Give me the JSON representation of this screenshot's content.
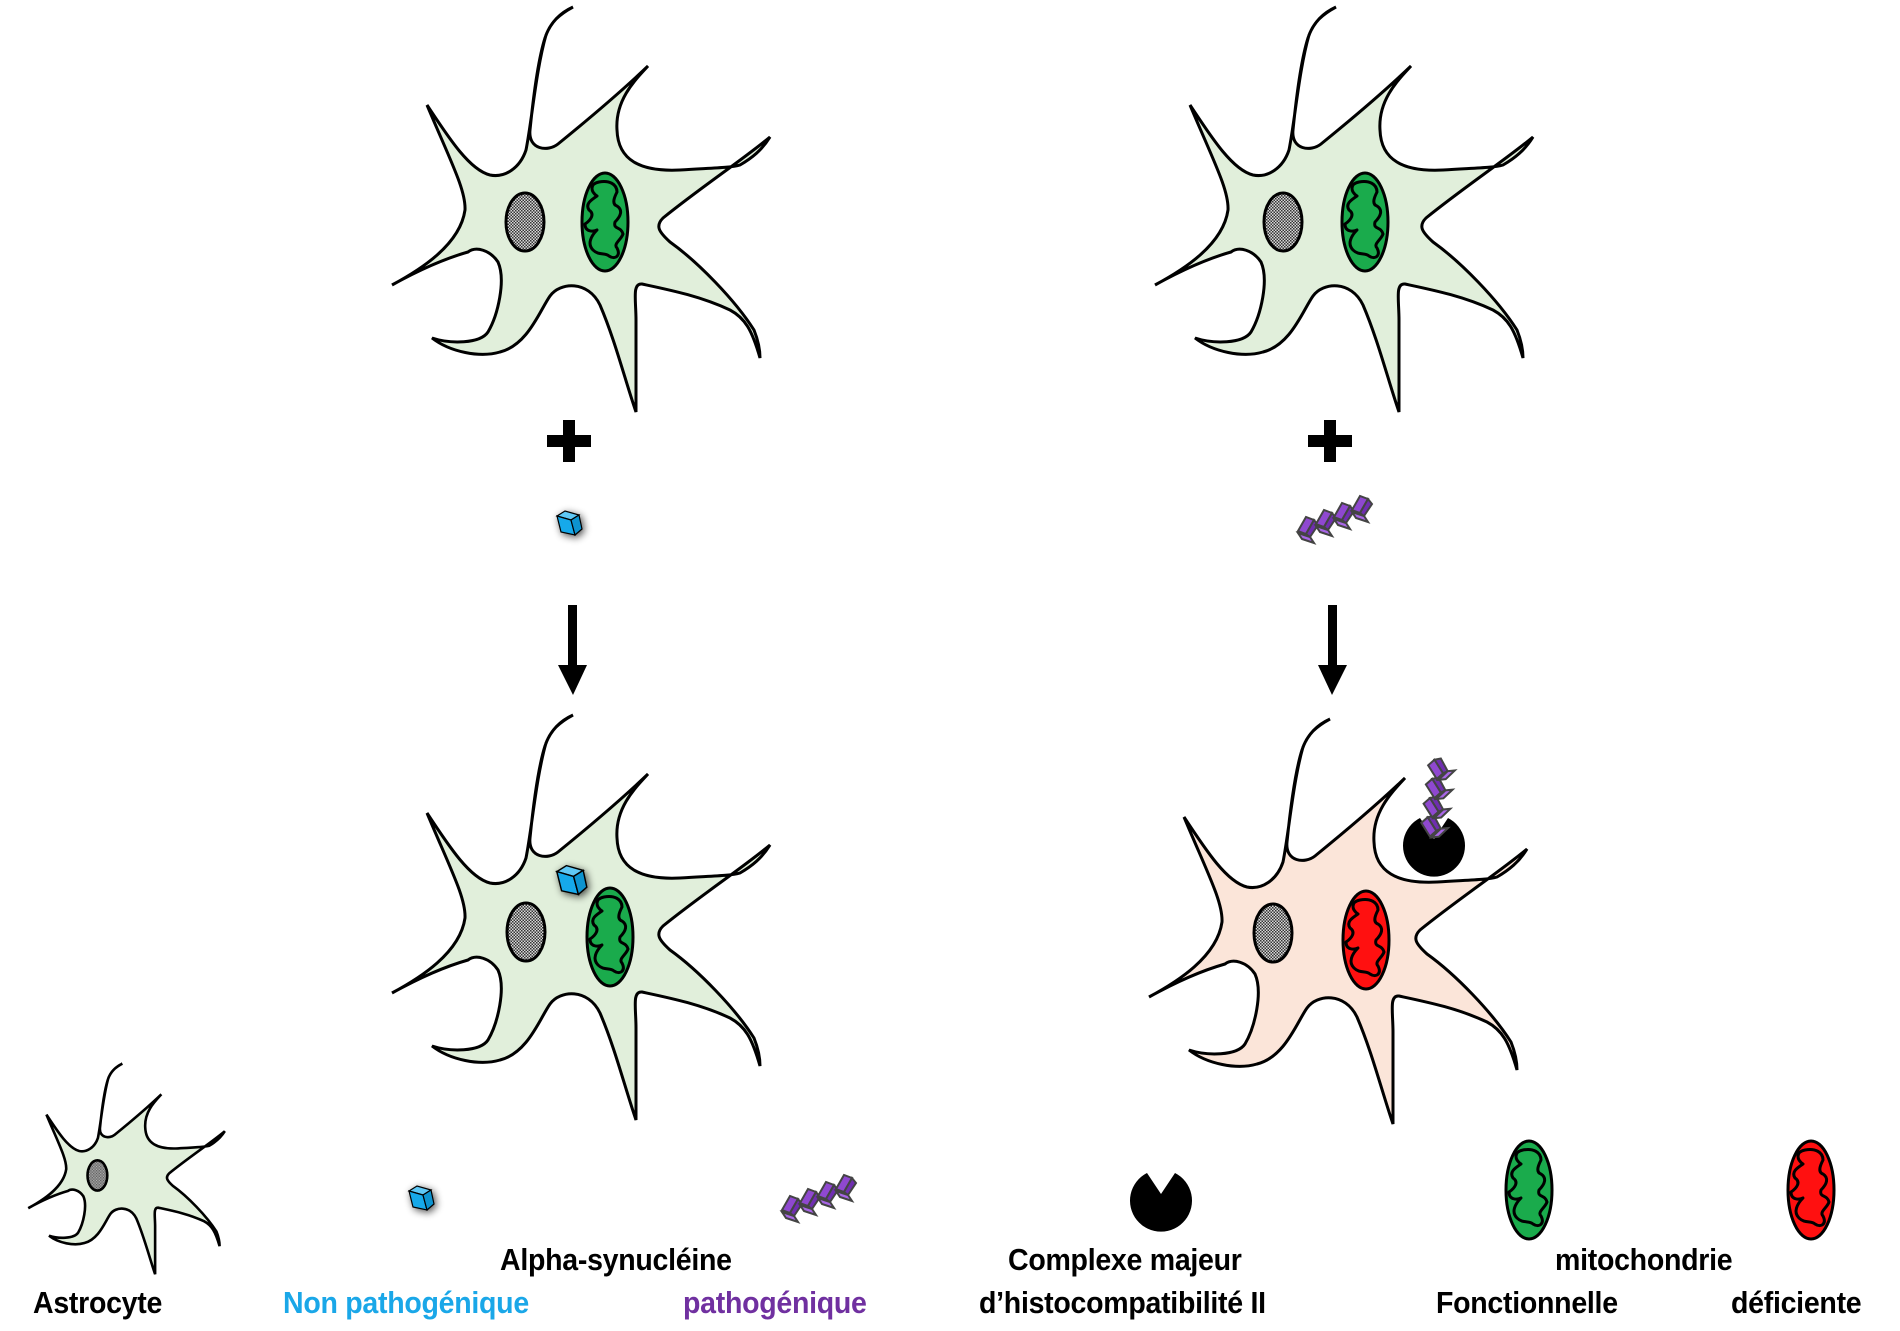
{
  "colors": {
    "astrocyte_healthy": "#e1efdb",
    "astrocyte_reactive": "#fbe5d9",
    "mito_functional": "#1aab4c",
    "mito_deficient": "#ff1010",
    "nucleus": "#9a9a9a",
    "alpha_syn_non_pathogenic": "#1aa7e8",
    "alpha_syn_pathogenic": "#8a40c8",
    "mhc_ii": "#000000",
    "outline": "#000000"
  },
  "panels": [
    {
      "name": "non-pathogenic",
      "before": {
        "cell": "astrocyte",
        "mitochondria": "functional"
      },
      "operator": "+",
      "agent": "alpha-synuclein non-pathogenic",
      "after": {
        "cell": "astrocyte",
        "mitochondria": "functional",
        "internalized": "alpha-synuclein non-pathogenic"
      }
    },
    {
      "name": "pathogenic",
      "before": {
        "cell": "astrocyte",
        "mitochondria": "functional"
      },
      "operator": "+",
      "agent": "alpha-synuclein pathogenic",
      "after": {
        "cell": "reactive astrocyte",
        "mitochondria": "deficient",
        "surface": "MHC II presenting pathogenic alpha-synuclein"
      }
    }
  ],
  "operators": {
    "plus": "+"
  },
  "legend": {
    "astrocyte": "Astrocyte",
    "alpha_syn_title": "Alpha-synucléine",
    "non_pathogenic": "Non pathogénique",
    "pathogenic": "pathogénique",
    "mhc_line1": "Complexe majeur",
    "mhc_line2": "d’histocompatibilité II",
    "mito_title": "mitochondrie",
    "mito_functional": "Fonctionnelle",
    "mito_deficient": "déficiente"
  }
}
